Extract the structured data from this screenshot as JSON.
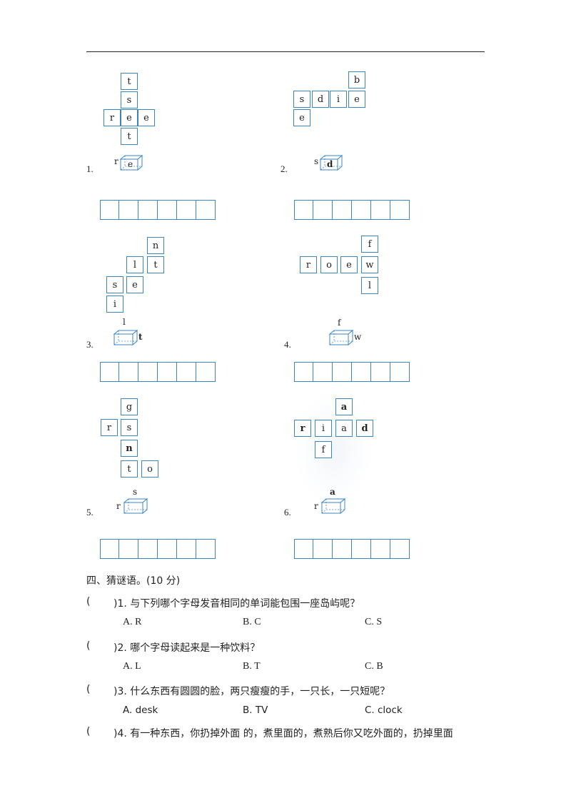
{
  "puzzles": [
    {
      "number": "1.",
      "cells": [
        {
          "col": 1,
          "row": 0,
          "t": "t"
        },
        {
          "col": 1,
          "row": 1,
          "t": "s"
        },
        {
          "col": 0,
          "row": 2,
          "t": "r"
        },
        {
          "col": 1,
          "row": 2,
          "t": "e"
        },
        {
          "col": 2,
          "row": 2,
          "t": "e"
        },
        {
          "col": 1,
          "row": 3,
          "t": "t"
        }
      ],
      "hint_left": "r",
      "hint_top": "",
      "hint_front": "e",
      "hint_right": ""
    },
    {
      "number": "2.",
      "cells": [
        {
          "col": 3,
          "row": 0,
          "t": "b"
        },
        {
          "col": 0,
          "row": 1,
          "t": "s"
        },
        {
          "col": 1,
          "row": 1,
          "t": "d"
        },
        {
          "col": 2,
          "row": 1,
          "t": "i"
        },
        {
          "col": 3,
          "row": 1,
          "t": "e"
        },
        {
          "col": 0,
          "row": 2,
          "t": "e"
        }
      ],
      "hint_left": "s",
      "hint_top": "",
      "hint_front": "d",
      "hint_right": ""
    },
    {
      "number": "3.",
      "cells": [
        {
          "col": 2,
          "row": 0,
          "t": "n"
        },
        {
          "col": 1,
          "row": 1,
          "t": "l"
        },
        {
          "col": 2,
          "row": 1,
          "t": "t"
        },
        {
          "col": 0,
          "row": 2,
          "t": "s"
        },
        {
          "col": 1,
          "row": 2,
          "t": "e"
        },
        {
          "col": 0,
          "row": 3,
          "t": "i"
        }
      ],
      "hint_left": "",
      "hint_top": "l",
      "hint_front": "",
      "hint_right": "t"
    },
    {
      "number": "4.",
      "cells": [
        {
          "col": 3,
          "row": 0,
          "t": "f"
        },
        {
          "col": 0,
          "row": 1,
          "t": "r"
        },
        {
          "col": 1,
          "row": 1,
          "t": "o"
        },
        {
          "col": 2,
          "row": 1,
          "t": "e"
        },
        {
          "col": 3,
          "row": 1,
          "t": "w"
        },
        {
          "col": 3,
          "row": 2,
          "t": "l"
        }
      ],
      "hint_left": "",
      "hint_top": "f",
      "hint_front": "",
      "hint_right": "w"
    },
    {
      "number": "5.",
      "cells": [
        {
          "col": 1,
          "row": 0,
          "t": "g"
        },
        {
          "col": 0,
          "row": 1,
          "t": "r"
        },
        {
          "col": 1,
          "row": 1,
          "t": "s"
        },
        {
          "col": 1,
          "row": 2,
          "t": "n"
        },
        {
          "col": 1,
          "row": 3,
          "t": "t"
        },
        {
          "col": 2,
          "row": 3,
          "t": "o"
        }
      ],
      "hint_left": "r",
      "hint_top": "s",
      "hint_front": "",
      "hint_right": ""
    },
    {
      "number": "6.",
      "cells": [
        {
          "col": 2,
          "row": 0,
          "t": "a"
        },
        {
          "col": 0,
          "row": 1,
          "t": "r"
        },
        {
          "col": 1,
          "row": 1,
          "t": "i"
        },
        {
          "col": 2,
          "row": 1,
          "t": "a"
        },
        {
          "col": 3,
          "row": 1,
          "t": "d"
        },
        {
          "col": 1,
          "row": 2,
          "t": "f"
        }
      ],
      "hint_left": "r",
      "hint_top": "a",
      "hint_front": "",
      "hint_right": ""
    }
  ],
  "section": {
    "title": "四、猜谜语。(10 分)"
  },
  "questions": [
    {
      "paren": "(",
      "text": ")1. 与下列哪个字母发音相同的单词能包围一座岛屿呢？",
      "options": [
        "A. R",
        "B. C",
        "C. S"
      ]
    },
    {
      "paren": "(",
      "text": ")2. 哪个字母读起来是一种饮料？",
      "options": [
        "A. L",
        "B. T",
        "C. B"
      ]
    },
    {
      "paren": "(",
      "text": ")3. 什么东西有圆圆的脸，两只瘦瘦的手，一只长，一只短呢？",
      "options": [
        "A. desk",
        "B. TV",
        "C. clock"
      ]
    },
    {
      "paren": "(",
      "text": ")4. 有一种东西，你扔掉外面 的，煮里面的，煮熟后你又吃外面的，扔掉里面",
      "options": []
    }
  ]
}
